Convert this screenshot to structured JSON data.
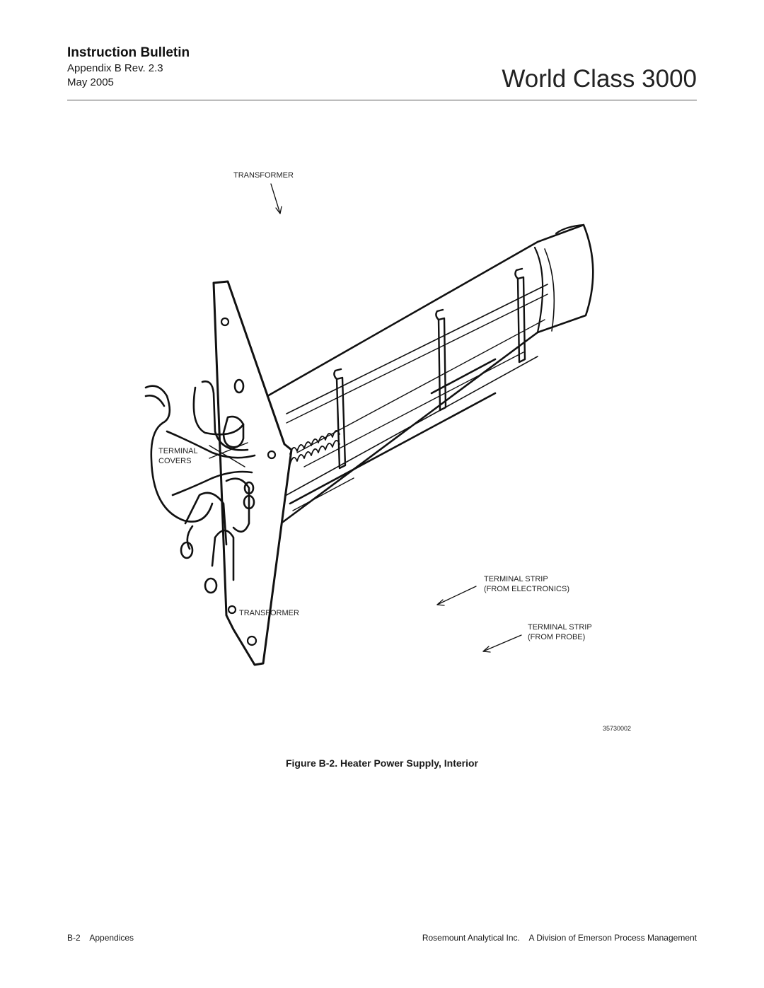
{
  "header": {
    "bulletin": "Instruction Bulletin",
    "revision": "Appendix B  Rev. 2.3",
    "date": "May 2005",
    "product": "World Class 3000"
  },
  "figure": {
    "labels": {
      "transformer_top": "TRANSFORMER",
      "terminal_covers_1": "TERMINAL",
      "terminal_covers_2": "COVERS",
      "transformer_bottom": "TRANSFORMER",
      "strip_electronics_1": "TERMINAL STRIP",
      "strip_electronics_2": "(FROM  ELECTRONICS)",
      "strip_probe_1": "TERMINAL STRIP",
      "strip_probe_2": "(FROM  PROBE)"
    },
    "drawing_number": "35730002",
    "caption": "Figure B-2.  Heater Power Supply, Interior"
  },
  "footer": {
    "left": "B-2    Appendices",
    "right": "Rosemount Analytical Inc.    A Division of Emerson Process Management"
  }
}
